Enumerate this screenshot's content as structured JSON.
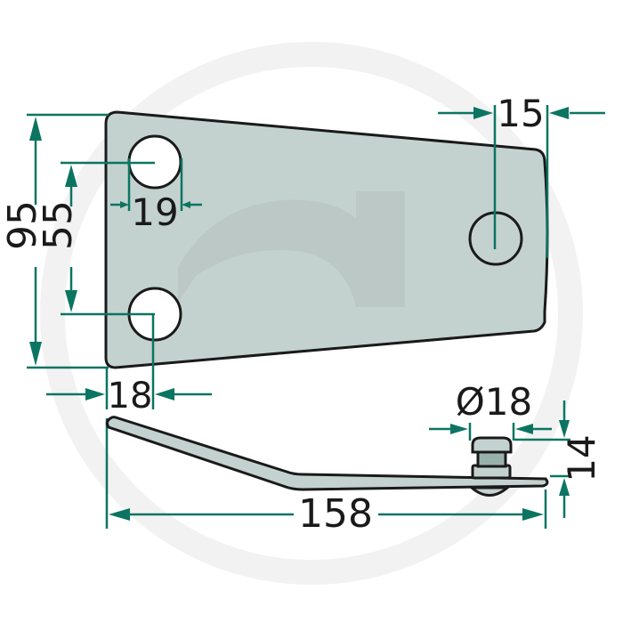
{
  "drawing": {
    "subject": "Blade bracket plate with stud - technical dimension drawing",
    "colors": {
      "background": "#ffffff",
      "watermark_ring": "#f2f2f2",
      "watermark_inner": "#b9c6c3",
      "part_fill": "#c3d2cf",
      "part_outline": "#1a1a1a",
      "dimension_line": "#0b7561",
      "dimension_text": "#1a1a1a",
      "hole_fill": "#ffffff",
      "stud_shaft": "#99b1ab"
    },
    "views": {
      "top_view": {
        "dimensions": {
          "overall_height": "95",
          "hole_spacing": "55",
          "hole_diameter_left": "19",
          "hole_edge_offset": "18",
          "right_hole_edge_offset": "15"
        }
      },
      "side_view": {
        "dimensions": {
          "overall_length": "158",
          "stud_diameter": "Ø18",
          "stud_height": "14"
        }
      }
    }
  }
}
